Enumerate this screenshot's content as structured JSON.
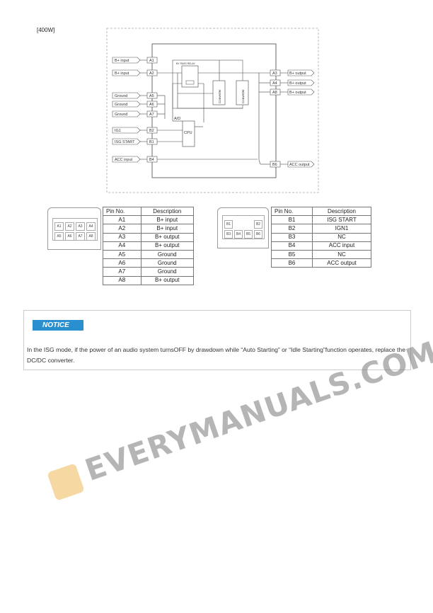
{
  "caption": "[400W]",
  "diagram": {
    "inputs": [
      {
        "label": "B+ input",
        "pin": "A1"
      },
      {
        "label": "B+ input",
        "pin": "A2"
      },
      {
        "label": "Ground",
        "pin": "A5"
      },
      {
        "label": "Ground",
        "pin": "A6"
      },
      {
        "label": "Ground",
        "pin": "A7"
      },
      {
        "label": "IG1",
        "pin": "B2"
      },
      {
        "label": "ISG START",
        "pin": "B1"
      },
      {
        "label": "ACC input",
        "pin": "B4"
      }
    ],
    "outputs": [
      {
        "label": "B+ output",
        "pin": "A3"
      },
      {
        "label": "B+ output",
        "pin": "A4"
      },
      {
        "label": "B+ output",
        "pin": "A8"
      },
      {
        "label": "ACC output",
        "pin": "B6"
      }
    ],
    "bypass_relay": "BY PASS RELAY",
    "converter": "Converter",
    "cpu": "CPU",
    "ad": "A/D"
  },
  "connector_a": {
    "pins": [
      "A1",
      "A2",
      "A3",
      "A4",
      "A5",
      "A6",
      "A7",
      "A8"
    ]
  },
  "connector_b": {
    "pins": [
      "B1",
      "B2",
      "B3",
      "B4",
      "B5",
      "B6"
    ]
  },
  "table_a": {
    "headers": [
      "Pin No.",
      "Description"
    ],
    "rows": [
      [
        "A1",
        "B+ input"
      ],
      [
        "A2",
        "B+ input"
      ],
      [
        "A3",
        "B+ output"
      ],
      [
        "A4",
        "B+ output"
      ],
      [
        "A5",
        "Ground"
      ],
      [
        "A6",
        "Ground"
      ],
      [
        "A7",
        "Ground"
      ],
      [
        "A8",
        "B+ output"
      ]
    ]
  },
  "table_b": {
    "headers": [
      "Pin No.",
      "Description"
    ],
    "rows": [
      [
        "B1",
        "ISG START"
      ],
      [
        "B2",
        "IGN1"
      ],
      [
        "B3",
        "NC"
      ],
      [
        "B4",
        "ACC input"
      ],
      [
        "B5",
        "NC"
      ],
      [
        "B6",
        "ACC output"
      ]
    ]
  },
  "notice": {
    "badge": "NOTICE",
    "text": "In the ISG mode, if the power of an audio system turnsOFF by drawdown while “Auto Starting” or “Idle Starting”function operates, replace the DC/DC converter.",
    "accent": "#2a8fcf"
  },
  "watermark": "EVERYMANUALS.COM"
}
